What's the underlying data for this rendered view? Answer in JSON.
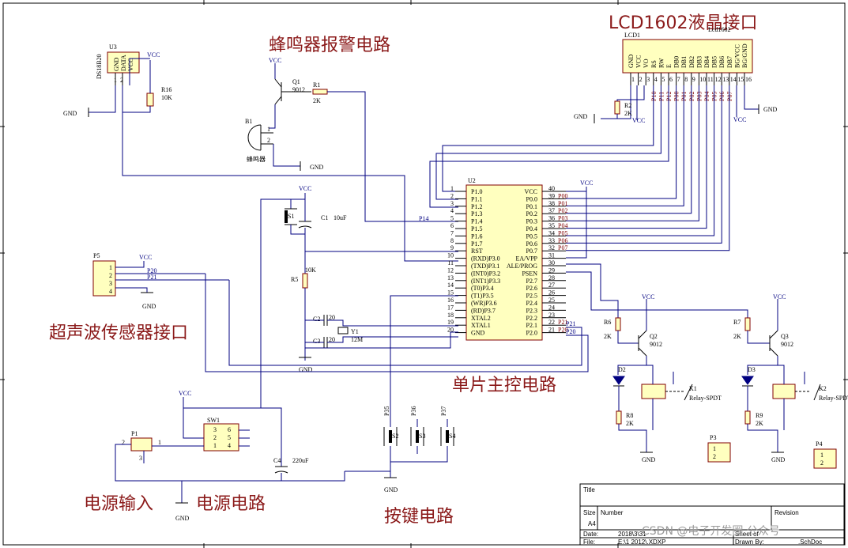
{
  "section_titles": {
    "buzzer": "蜂鸣器报警电路",
    "lcd": "LCD1602液晶接口",
    "ultrasonic": "超声波传感器接口",
    "mcu": "单片主控电路",
    "power_in": "电源输入",
    "power": "电源电路",
    "keys": "按键电路"
  },
  "components": {
    "u3": {
      "ref": "U3",
      "part": "DS18B20",
      "pins": [
        "GND",
        "DATA",
        "VCC"
      ],
      "pin_nums": [
        "1",
        "2"
      ]
    },
    "r16": {
      "ref": "R16",
      "value": "10K"
    },
    "q1": {
      "ref": "Q1",
      "part": "9012"
    },
    "r1": {
      "ref": "R1",
      "value": "2K"
    },
    "b1": {
      "ref": "B1",
      "label": "蜂鸣器",
      "pin_nums": [
        "1",
        "2"
      ]
    },
    "lcd1": {
      "ref": "LCD1",
      "part": "Lcd1602",
      "pins": [
        "GND",
        "VCC",
        "VO",
        "RS",
        "RW",
        "E",
        "DB0",
        "DB1",
        "DB2",
        "DB3",
        "DB4",
        "DB5",
        "DB6",
        "DB7",
        "BG/VCC",
        "BG/GND"
      ],
      "nets": [
        "P10",
        "P11",
        "P12",
        "P00",
        "P01",
        "P02",
        "P03",
        "P04",
        "P05",
        "P06",
        "P07"
      ]
    },
    "r2": {
      "ref": "R2",
      "value": "2K"
    },
    "s1": {
      "ref": "S1"
    },
    "c1": {
      "ref": "C1",
      "value": "10uF"
    },
    "r5": {
      "ref": "R5",
      "value": "10K"
    },
    "c2": {
      "ref": "C2",
      "value": "20"
    },
    "c3": {
      "ref": "C3",
      "value": "20"
    },
    "y1": {
      "ref": "Y1",
      "value": "12M"
    },
    "p5": {
      "ref": "P5",
      "pins": [
        "1",
        "2",
        "3",
        "4"
      ]
    },
    "sw1": {
      "ref": "SW1",
      "pins": [
        "3",
        "6",
        "2",
        "5",
        "1",
        "4"
      ]
    },
    "p1": {
      "ref": "P1",
      "pins": [
        "2",
        "1",
        "3"
      ]
    },
    "c4": {
      "ref": "C4",
      "value": "220uF"
    },
    "u2": {
      "ref": "U2",
      "left": [
        "P1.0",
        "P1.1",
        "P1.2",
        "P1.3",
        "P1.4",
        "P1.5",
        "P1.6",
        "P1.7",
        "RST",
        "(RXD)P3.0",
        "(TXD)P3.1",
        "(INT0)P3.2",
        "(INT1)P3.3",
        "(T0)P3.4",
        "(T1)P3.5",
        "(WR)P3.6",
        "(RD)P3.7",
        "XTAL2",
        "XTAL1",
        "GND"
      ],
      "left_nums": [
        "1",
        "2",
        "3",
        "4",
        "5",
        "6",
        "7",
        "8",
        "9",
        "10",
        "11",
        "12",
        "13",
        "14",
        "15",
        "16",
        "17",
        "18",
        "19",
        "20"
      ],
      "right": [
        "VCC",
        "P0.0",
        "P0.1",
        "P0.2",
        "P0.3",
        "P0.4",
        "P0.5",
        "P0.6",
        "P0.7",
        "EA/VPP",
        "ALE/PROG",
        "PSEN",
        "P2.7",
        "P2.6",
        "P2.5",
        "P2.4",
        "P2.3",
        "P2.2",
        "P2.1",
        "P2.0"
      ],
      "right_nums": [
        "40",
        "39",
        "38",
        "37",
        "36",
        "35",
        "34",
        "33",
        "32",
        "31",
        "30",
        "29",
        "28",
        "27",
        "26",
        "25",
        "24",
        "23",
        "22",
        "21"
      ],
      "right_nets": [
        "",
        "P00",
        "P01",
        "P02",
        "P03",
        "P04",
        "P05",
        "P06",
        "P07",
        "",
        "",
        "",
        "",
        "",
        "",
        "",
        "",
        "",
        "P21",
        "P20"
      ]
    },
    "keys": [
      {
        "ref": "S2",
        "net": "P35"
      },
      {
        "ref": "S3",
        "net": "P36"
      },
      {
        "ref": "S4",
        "net": "P37"
      }
    ],
    "r6": {
      "ref": "R6",
      "value": "2K"
    },
    "q2": {
      "ref": "Q2",
      "part": "9012"
    },
    "d2": {
      "ref": "D2"
    },
    "k1": {
      "ref": "K1",
      "part": "Relay-SPDT"
    },
    "r8": {
      "ref": "R8",
      "value": "2K"
    },
    "p3": {
      "ref": "P3",
      "pins": [
        "1",
        "2"
      ]
    },
    "r7": {
      "ref": "R7",
      "value": "2K"
    },
    "q3": {
      "ref": "Q3",
      "part": "9012"
    },
    "d3": {
      "ref": "D3"
    },
    "k2": {
      "ref": "K2",
      "part": "Relay-SPDT"
    },
    "r9": {
      "ref": "R9",
      "value": "2K"
    },
    "p4": {
      "ref": "P4",
      "pins": [
        "1",
        "2"
      ]
    }
  },
  "nets": {
    "vcc": "VCC",
    "gnd": "GND",
    "p14": "P14",
    "p20": "P20",
    "p21": "P21"
  },
  "title_block": {
    "title_label": "Title",
    "size_label": "Size",
    "size_value": "A4",
    "number_label": "Number",
    "revision_label": "Revision",
    "date_label": "Date:",
    "date_value": "2018\\3\\31",
    "sheet_label": "Sheet of",
    "file_label": "File:",
    "file_value": "E:\\1 2012\\.XDXP",
    "drawn_label": "Drawn By:",
    "doc_value": ".SchDoc"
  },
  "watermark": "CSDN @电子开发圈 公众号"
}
